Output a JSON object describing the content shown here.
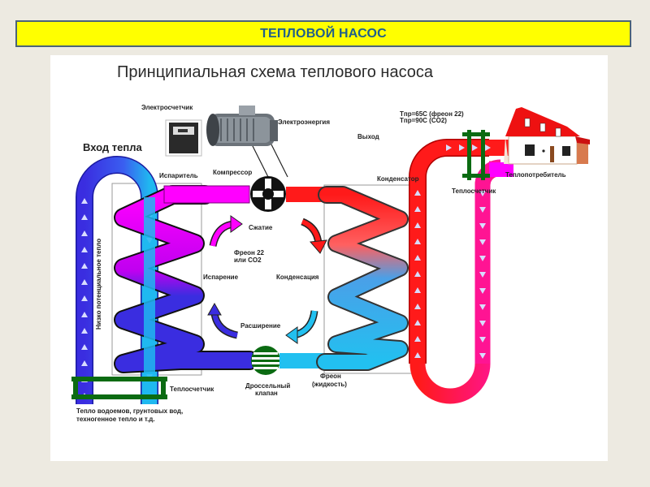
{
  "slide": {
    "title": "ТЕПЛОВОЙ НАСОС",
    "colors": {
      "background": "#edeae1",
      "title_bar": "#ffff00",
      "title_border": "#4b6478",
      "title_text": "#1f5f8b"
    }
  },
  "diagram": {
    "title": "Принципиальная схема теплового насоса",
    "labels": {
      "heat_input": "Вход тепла",
      "electric_meter": "Электросчетчик",
      "electric_energy": "Электроэнергия",
      "compressor": "Компрессор",
      "evaporator": "Испаритель",
      "output": "Выход",
      "temp_line1": "Tпр=65C (фреон 22)",
      "temp_line2": "Tпр=90C (CO2)",
      "condenser": "Конденсатор",
      "heat_consumer": "Теплопотребитель",
      "heat_meter_right": "Теплосчетчик",
      "heat_meter_left": "Теплосчетчик",
      "low_potential_heat": "Низко потенциальное тепло",
      "compression": "Сжатие",
      "refrigerant_line1": "Фреон 22",
      "refrigerant_line2": "или CO2",
      "evaporation": "Испарение",
      "condensation": "Конденсация",
      "expansion": "Расширение",
      "throttle_line1": "Дроссельный",
      "throttle_line2": "клапан",
      "freon_liquid_line1": "Фреон",
      "freon_liquid_line2": "(жидкость)",
      "source_line1": "Тепло водоемов, грунтовых вод,",
      "source_line2": "техногенное тепло и т.д."
    },
    "colors": {
      "cold_loop": "#3a2de0",
      "cold_loop_light": "#20b8f0",
      "evaporator_hot": "#ff00ff",
      "condenser_hot": "#ff1a1a",
      "condenser_cool": "#22c0f0",
      "return_pink": "#ff1493",
      "meter_green": "#0b6b12"
    }
  }
}
